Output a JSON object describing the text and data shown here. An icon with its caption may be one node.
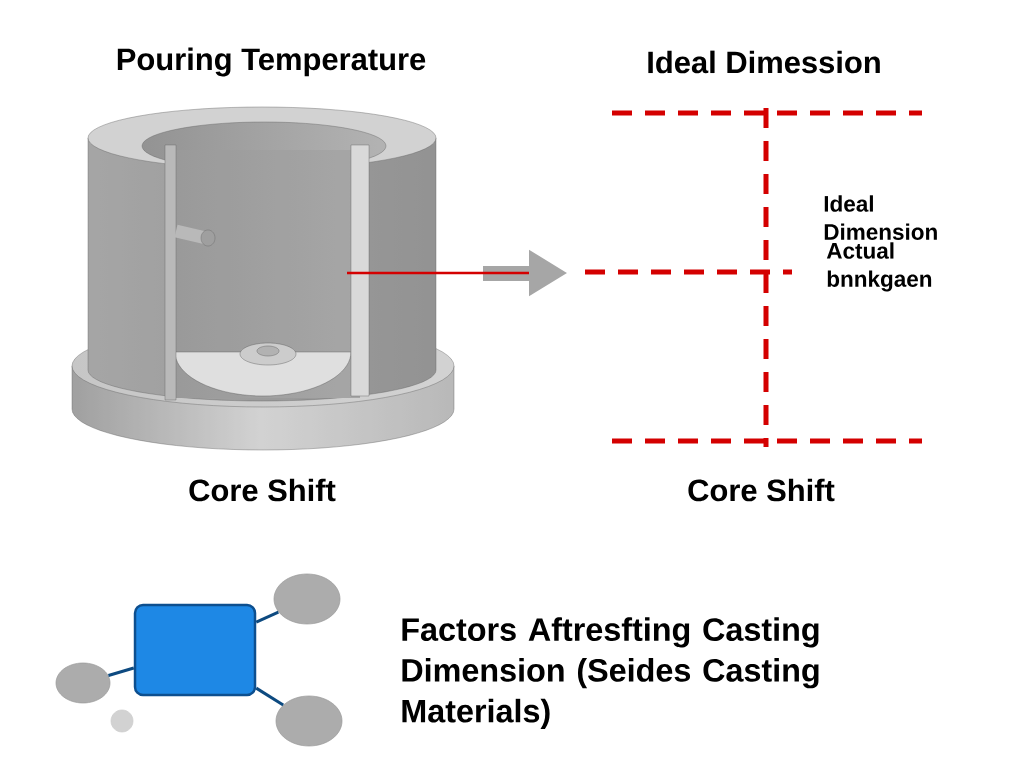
{
  "diagram": {
    "nodes": [
      {
        "text": [],
        "shape": "picture"
      },
      {
        "text": [],
        "shape": "box"
      },
      {
        "text": [],
        "shape": "circle"
      },
      {
        "text": [],
        "shape": "circle"
      },
      {
        "text": [],
        "shape": "circle"
      },
      {
        "text": [],
        "shape": "circle"
      }
    ],
    "edges": [
      {
        "from": 0,
        "to": null,
        "arrow": "to",
        "color": "#d40000"
      },
      {
        "from": 1,
        "to": 2,
        "arrow": "none"
      },
      {
        "from": 1,
        "to": 4,
        "arrow": "none"
      },
      {
        "from": 1,
        "to": 5,
        "arrow": "none"
      }
    ],
    "labels": [
      "Pouring Temperature",
      "Ideal Dimession",
      "Ideal Dimension",
      "Actual bnnkgaen",
      "Core Shift",
      "Core Shift",
      "Factors Aftresfting Casting Dimension (Seides Casting Materials)"
    ]
  }
}
